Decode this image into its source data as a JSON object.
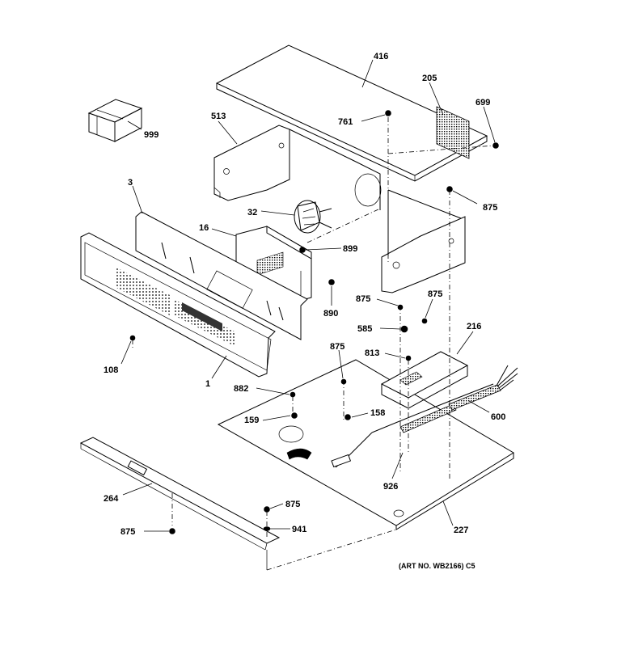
{
  "diagram": {
    "callouts": [
      {
        "id": "c416",
        "text": "416"
      },
      {
        "id": "c205",
        "text": "205"
      },
      {
        "id": "c699",
        "text": "699"
      },
      {
        "id": "c999",
        "text": "999"
      },
      {
        "id": "c513",
        "text": "513"
      },
      {
        "id": "c761",
        "text": "761"
      },
      {
        "id": "c3",
        "text": "3"
      },
      {
        "id": "c32",
        "text": "32"
      },
      {
        "id": "c875a",
        "text": "875"
      },
      {
        "id": "c16",
        "text": "16"
      },
      {
        "id": "c899",
        "text": "899"
      },
      {
        "id": "c890",
        "text": "890"
      },
      {
        "id": "c875b",
        "text": "875"
      },
      {
        "id": "c875c",
        "text": "875"
      },
      {
        "id": "c585",
        "text": "585"
      },
      {
        "id": "c216",
        "text": "216"
      },
      {
        "id": "c875d",
        "text": "875"
      },
      {
        "id": "c813",
        "text": "813"
      },
      {
        "id": "c108",
        "text": "108"
      },
      {
        "id": "c1",
        "text": "1"
      },
      {
        "id": "c882",
        "text": "882"
      },
      {
        "id": "c600",
        "text": "600"
      },
      {
        "id": "c159",
        "text": "159"
      },
      {
        "id": "c158",
        "text": "158"
      },
      {
        "id": "c926",
        "text": "926"
      },
      {
        "id": "c264",
        "text": "264"
      },
      {
        "id": "c875e",
        "text": "875"
      },
      {
        "id": "c941",
        "text": "941"
      },
      {
        "id": "c875f",
        "text": "875"
      },
      {
        "id": "c227",
        "text": "227"
      }
    ],
    "art_number": "(ART NO. WB2166) C5"
  }
}
